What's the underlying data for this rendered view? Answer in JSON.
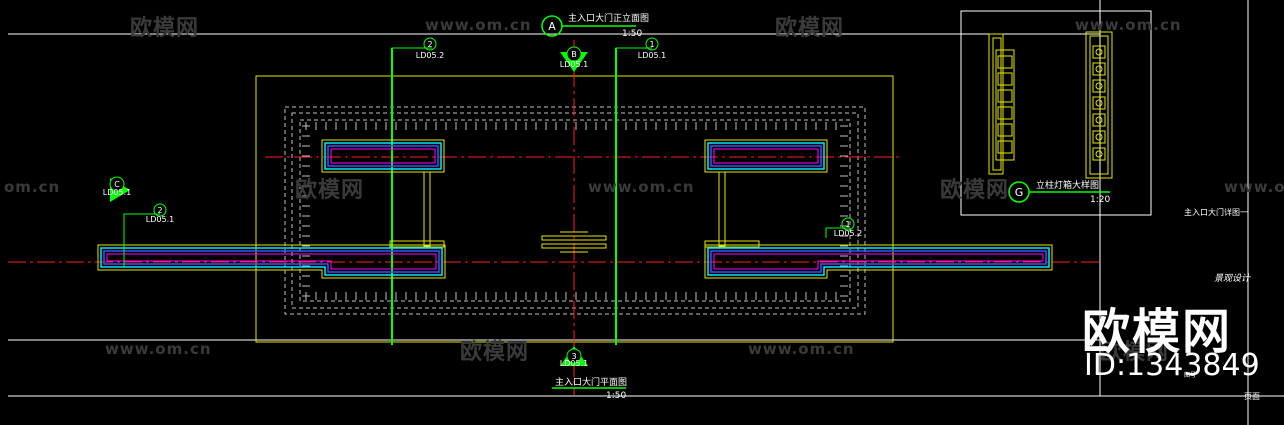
{
  "watermarks": {
    "url": "www.om.cn",
    "url_short": "om.cn",
    "brand": "欧模网"
  },
  "brand": {
    "name": "欧模网",
    "id_text": "ID:1343849"
  },
  "elevation": {
    "marker": "A",
    "title": "主入口大门正立面图",
    "scale": "1:50"
  },
  "plan": {
    "marker_number": "3",
    "title": "主入口大门平面图",
    "scale": "1:50"
  },
  "detail": {
    "marker": "G",
    "title": "立柱灯箱大样图",
    "scale": "1:20"
  },
  "right_notes": {
    "note1": "主入口大门详图一",
    "note2": "景观设计",
    "note3": "图号",
    "note4": "页面"
  },
  "section_markers": [
    {
      "top": "2",
      "bottom": "LD05.2"
    },
    {
      "top": "B",
      "bottom": "LD05.1"
    },
    {
      "top": "1",
      "bottom": "LD05.1"
    },
    {
      "top": "C",
      "bottom": "LD05.1"
    },
    {
      "top": "2",
      "bottom": "LD05.1"
    },
    {
      "top": "1",
      "bottom": "LD05.2"
    },
    {
      "top": "3",
      "bottom": "LD05.1"
    }
  ],
  "colors": {
    "background": "#000000",
    "frame": "#ffffff",
    "outline": "#e6e600",
    "cyan": "#00e5ff",
    "magenta": "#ff00ff",
    "blue": "#3355ff",
    "green": "#00ff00",
    "red_axis": "#ff2020",
    "grey_dash": "#bfbfbf"
  }
}
